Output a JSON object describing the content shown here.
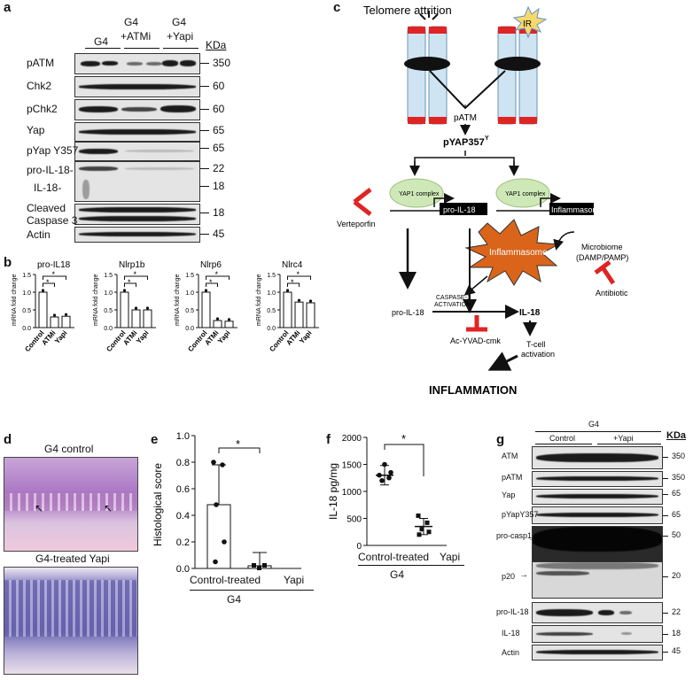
{
  "panels": {
    "a": "a",
    "b": "b",
    "c": "c",
    "d": "d",
    "e": "e",
    "f": "f",
    "g": "g"
  },
  "panel_a": {
    "headers": [
      "G4",
      "G4\n+ATMi",
      "G4\n+Yapi"
    ],
    "h1": "G4",
    "h2a": "G4",
    "h2b": "+ATMi",
    "h3a": "G4",
    "h3b": "+Yapi",
    "unit": "KDa",
    "rows": [
      {
        "label": "pATM",
        "kda": "350"
      },
      {
        "label": "Chk2",
        "kda": "60"
      },
      {
        "label": "pChk2",
        "kda": "60"
      },
      {
        "label": "Yap",
        "kda": "65"
      },
      {
        "label": "pYap Y357",
        "kda": "65"
      },
      {
        "label": "pro-IL-18-",
        "kda": "22"
      },
      {
        "label": "IL-18-",
        "kda": "18"
      },
      {
        "label": "Cleaved",
        "kda": ""
      },
      {
        "label": "Caspase 3",
        "kda": "18"
      },
      {
        "label": "Actin",
        "kda": "45"
      }
    ]
  },
  "panel_b": {
    "ylabel": "mRNA fold change",
    "categories": [
      "Control",
      "ATMi",
      "Yapi"
    ],
    "sig": "*"
  },
  "chart_data": [
    {
      "type": "bar",
      "title": "pro-IL18",
      "categories": [
        "Control",
        "ATMi",
        "Yapi"
      ],
      "values": [
        1.0,
        0.3,
        0.32
      ],
      "ylim": [
        0,
        1.5
      ],
      "ylabel": "mRNA fold change"
    },
    {
      "type": "bar",
      "title": "Nlrp1b",
      "categories": [
        "Control",
        "ATMi",
        "Yapi"
      ],
      "values": [
        1.0,
        0.5,
        0.5
      ],
      "ylim": [
        0,
        1.5
      ],
      "ylabel": "mRNA fold change"
    },
    {
      "type": "bar",
      "title": "Nlrp6",
      "categories": [
        "Control",
        "ATMi",
        "Yapi"
      ],
      "values": [
        1.0,
        0.2,
        0.18
      ],
      "ylim": [
        0,
        1.5
      ],
      "ylabel": "mRNA fold change"
    },
    {
      "type": "bar",
      "title": "Nlrc4",
      "categories": [
        "Control",
        "ATMi",
        "Yapi"
      ],
      "values": [
        1.0,
        0.72,
        0.7
      ],
      "ylim": [
        0,
        1.5
      ],
      "ylabel": "mRNA fold change"
    },
    {
      "type": "bar",
      "title": "",
      "categories": [
        "Control-treated",
        "Yapi"
      ],
      "values": [
        0.48,
        0.02
      ],
      "ylim": [
        0,
        1.0
      ],
      "yticks": [
        0,
        0.2,
        0.4,
        0.6,
        0.8,
        1.0
      ],
      "ylabel": "Histological score",
      "xgroup": "G4",
      "sig": "*"
    },
    {
      "type": "scatter",
      "title": "",
      "categories": [
        "Control-treated",
        "Yapi"
      ],
      "values": [
        1300,
        350
      ],
      "ylim": [
        0,
        2000
      ],
      "yticks": [
        0,
        500,
        1000,
        1500,
        2000
      ],
      "ylabel": "IL-18 pg/mg",
      "xgroup": "G4",
      "sig": "*"
    }
  ],
  "panel_c": {
    "title": "Telomere attrition",
    "ir": "IR",
    "patm": "pATM",
    "pyap": "pYAP357",
    "pyap_sup": "Y",
    "yap_complex": "YAP1 complex",
    "pro_il18_box": "pro-IL-18",
    "inflammasome_genes": "Inflammasome genes",
    "verteporfin": "Verteporfin",
    "inflammasome": "Inflammasome",
    "microbiome1": "Microbiome",
    "microbiome2": "(DAMP/PAMP)",
    "antibiotic": "Antibiotic",
    "caspase1": "CASPASE-1",
    "activation": "ACTIVATION",
    "pro_il18": "pro-IL-18",
    "il18": "IL-18",
    "acyvad": "Ac-YVAD-cmk",
    "tcell1": "T-cell",
    "tcell2": "activation",
    "inflammation": "INFLAMMATION"
  },
  "panel_d": {
    "top": "G4 control",
    "bottom": "G4-treated Yapi"
  },
  "panel_e": {
    "ylabel": "Histological score",
    "xlab1": "Control-treated",
    "xlab2": "Yapi",
    "group": "G4"
  },
  "panel_f": {
    "ylabel": "IL-18 pg/mg",
    "xlab1": "Control-treated",
    "xlab2": "Yapi",
    "group": "G4"
  },
  "panel_g": {
    "group": "G4",
    "control": "Control",
    "yapi": "+Yapi",
    "unit": "KDa",
    "rows": [
      {
        "label": "ATM",
        "kda": "350"
      },
      {
        "label": "pATM",
        "kda": "350"
      },
      {
        "label": "Yap",
        "kda": "65"
      },
      {
        "label": "pYapY357",
        "kda": "65"
      },
      {
        "label": "pro-casp1",
        "kda": "50"
      },
      {
        "label": "p20",
        "kda": "20"
      },
      {
        "label": "pro-IL-18",
        "kda": "22"
      },
      {
        "label": "IL-18",
        "kda": "18"
      },
      {
        "label": "Actin",
        "kda": "45"
      }
    ]
  },
  "colors": {
    "inhibitor": "#e02424",
    "yap_complex": "#cfe8b8",
    "inflammasome": "#d9641a",
    "box": "#000000",
    "tissue": "#b27cc0"
  }
}
